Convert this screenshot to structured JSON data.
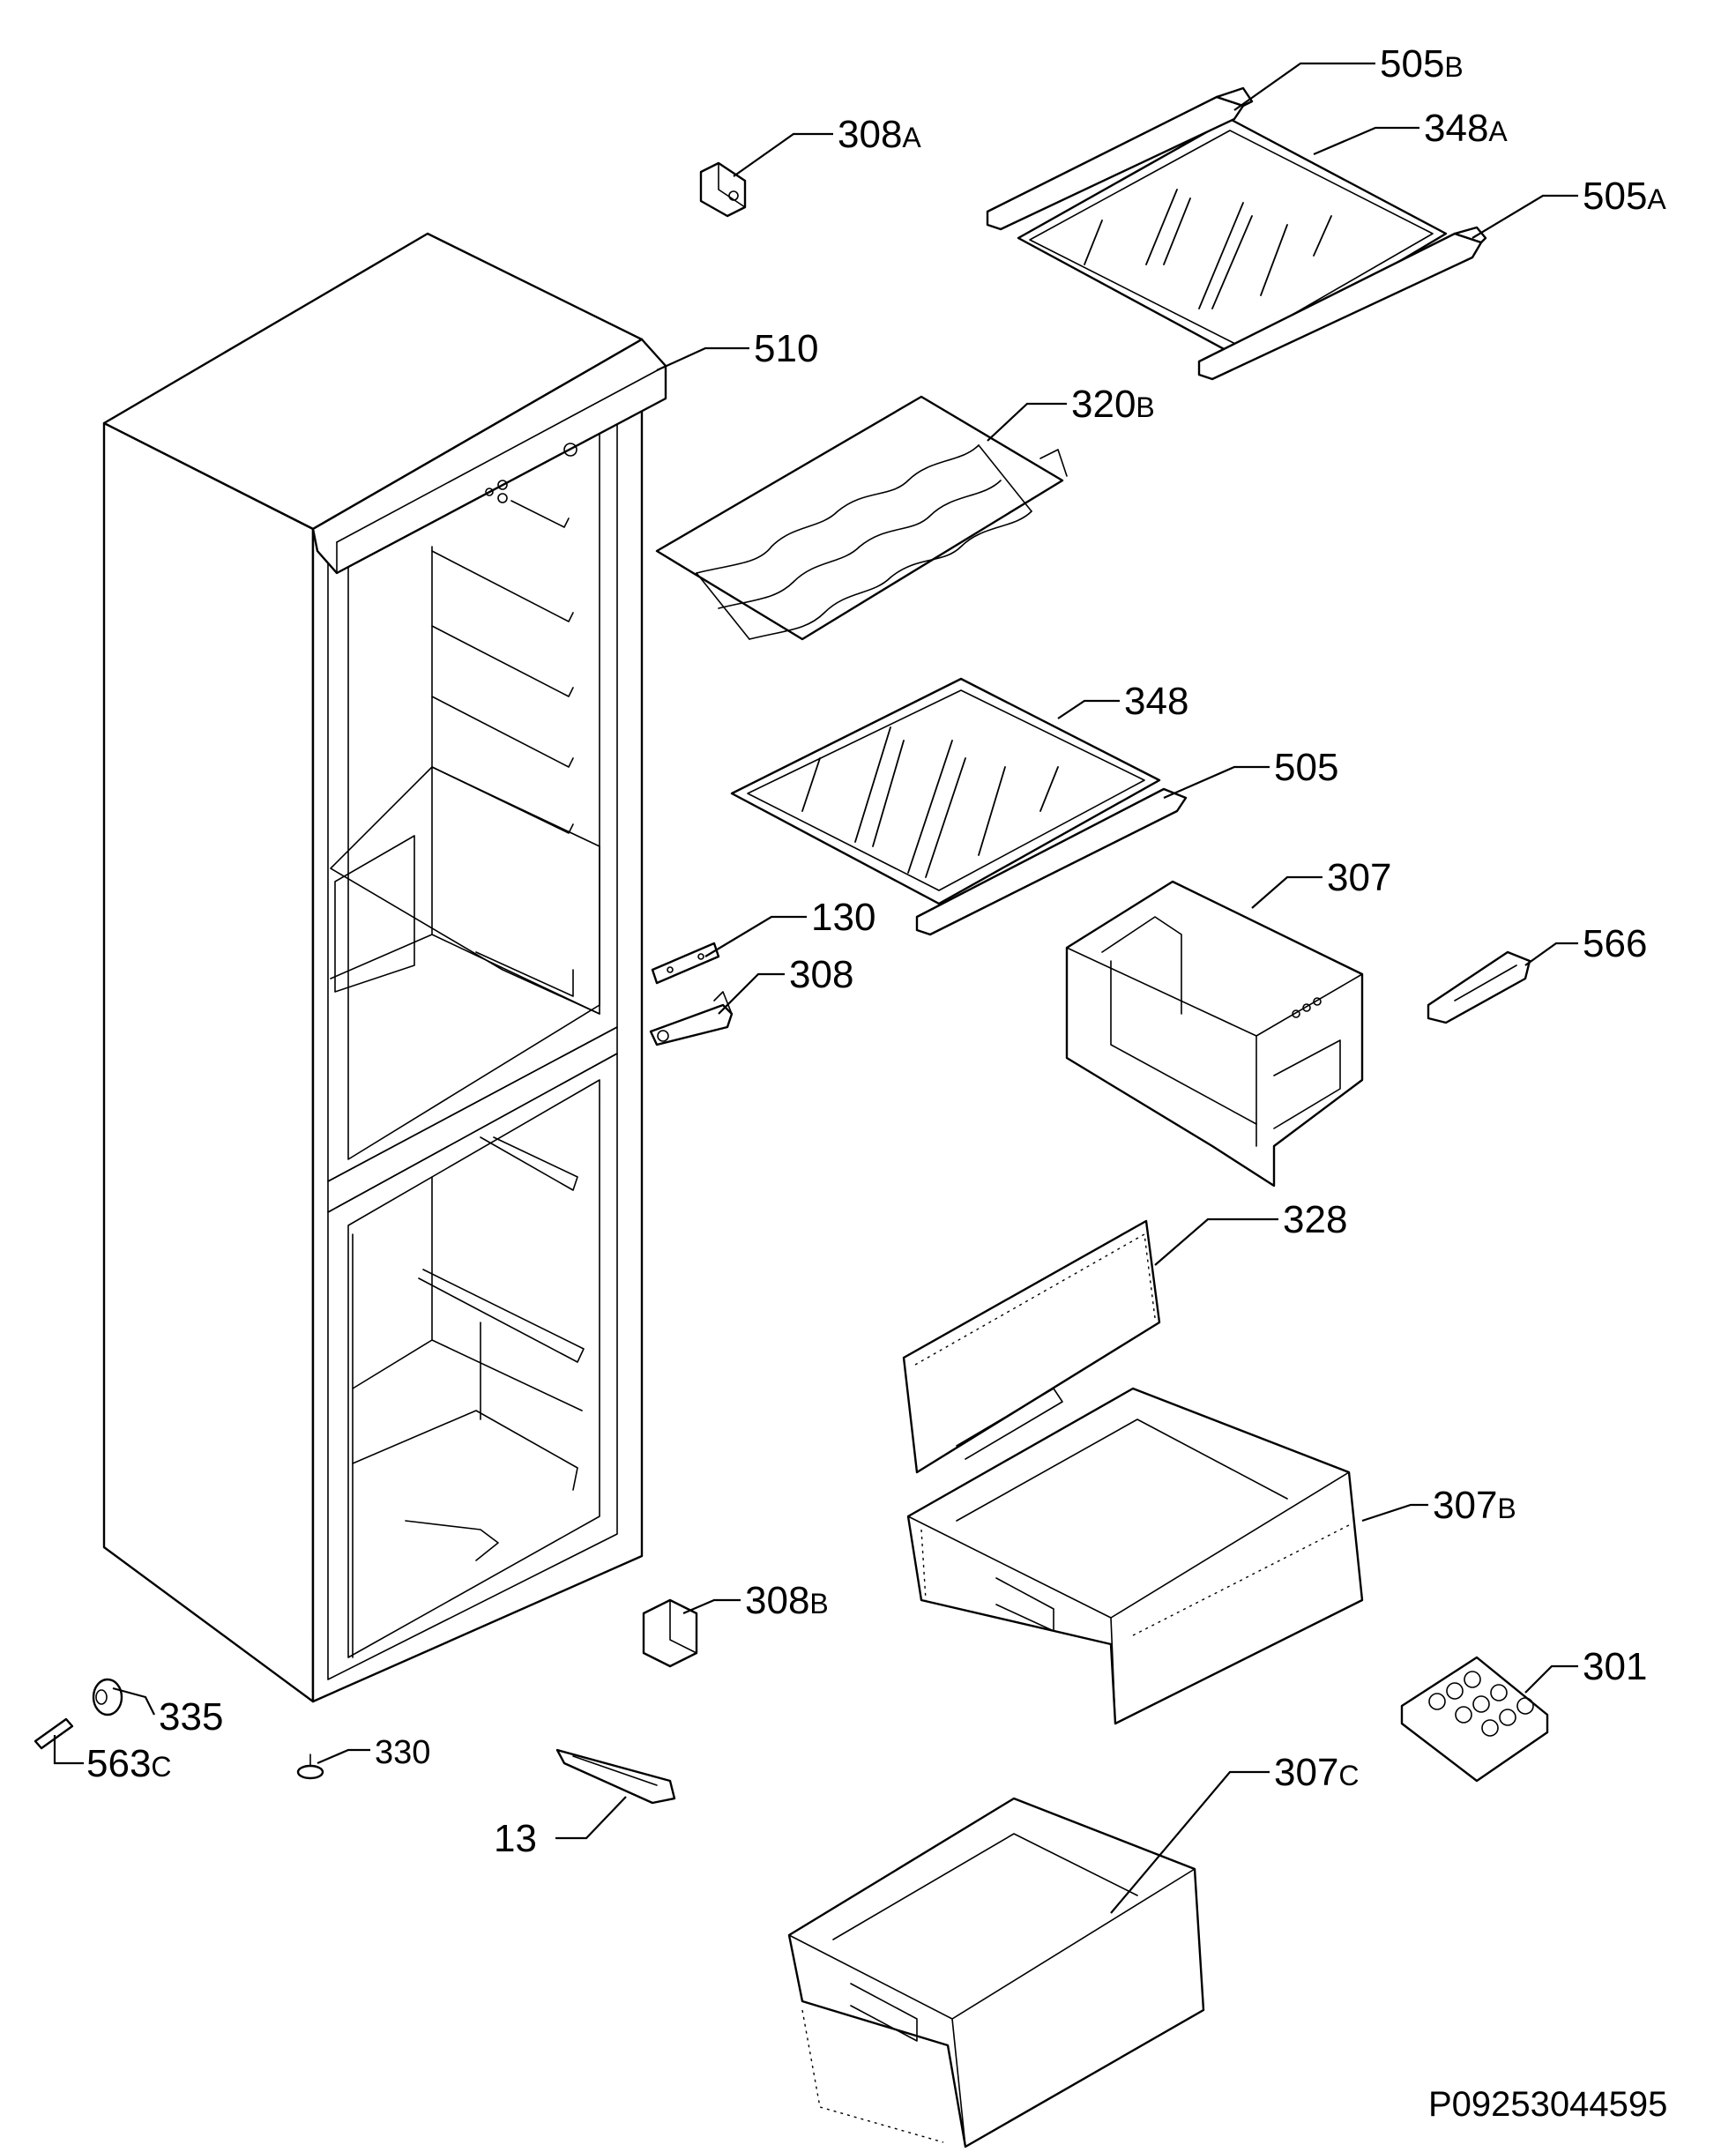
{
  "document_code": "P09253044595",
  "callouts": [
    {
      "id": "c308A",
      "number": "308",
      "suffix": "A"
    },
    {
      "id": "c505B",
      "number": "505",
      "suffix": "B"
    },
    {
      "id": "c348A",
      "number": "348",
      "suffix": "A"
    },
    {
      "id": "c505A",
      "number": "505",
      "suffix": "A"
    },
    {
      "id": "c510",
      "number": "510",
      "suffix": ""
    },
    {
      "id": "c320B",
      "number": "320",
      "suffix": "B"
    },
    {
      "id": "c348",
      "number": "348",
      "suffix": ""
    },
    {
      "id": "c505",
      "number": "505",
      "suffix": ""
    },
    {
      "id": "c307",
      "number": "307",
      "suffix": ""
    },
    {
      "id": "c130",
      "number": "130",
      "suffix": ""
    },
    {
      "id": "c308",
      "number": "308",
      "suffix": ""
    },
    {
      "id": "c566",
      "number": "566",
      "suffix": ""
    },
    {
      "id": "c328",
      "number": "328",
      "suffix": ""
    },
    {
      "id": "c307B",
      "number": "307",
      "suffix": "B"
    },
    {
      "id": "c308B",
      "number": "308",
      "suffix": "B"
    },
    {
      "id": "c301",
      "number": "301",
      "suffix": ""
    },
    {
      "id": "c335",
      "number": "335",
      "suffix": ""
    },
    {
      "id": "c563C",
      "number": "563",
      "suffix": "C"
    },
    {
      "id": "c330",
      "number": "330",
      "suffix": ""
    },
    {
      "id": "c13",
      "number": "13",
      "suffix": ""
    },
    {
      "id": "c307C",
      "number": "307",
      "suffix": "C"
    }
  ]
}
